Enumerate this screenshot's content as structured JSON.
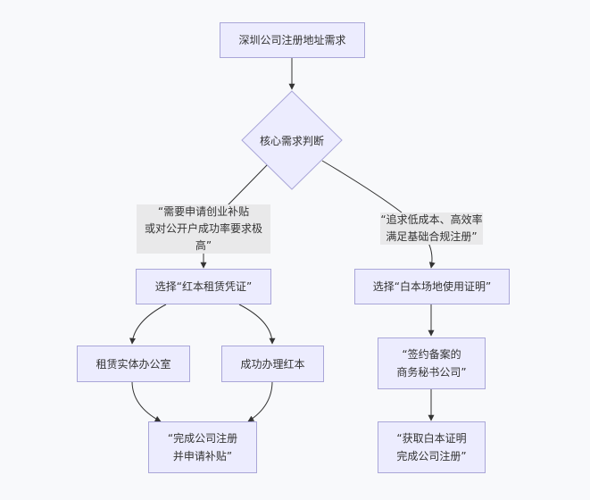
{
  "diagram": {
    "type": "flowchart",
    "colors": {
      "background": "#f8f9fb",
      "node_fill": "#ececfe",
      "node_stroke": "#a9a6d8",
      "edge": "#333333",
      "edge_label_bg": "#e9e9ea",
      "text": "#333333"
    },
    "nodes": {
      "start": "深圳公司注册地址需求",
      "decision": "核心需求判断",
      "red_choice": "选择“红本租赁凭证”",
      "white_choice": "选择“白本场地使用证明”",
      "rent_office": "租赁实体办公室",
      "red_success": "成功办理红本",
      "red_done": "“完成公司注册\n并申请补贴”",
      "sign_secretary": "“签约备案的\n商务秘书公司”",
      "white_done": "“获取白本证明\n完成公司注册”"
    },
    "edge_labels": {
      "to_red": "“需要申请创业补贴\n或对公开户成功率要求极\n高”",
      "to_white": "“追求低成本、高效率\n满足基础合规注册”"
    },
    "edges": [
      {
        "from": "start",
        "to": "decision"
      },
      {
        "from": "decision",
        "to": "red_choice",
        "label": "to_red"
      },
      {
        "from": "decision",
        "to": "white_choice",
        "label": "to_white"
      },
      {
        "from": "red_choice",
        "to": "rent_office"
      },
      {
        "from": "red_choice",
        "to": "red_success"
      },
      {
        "from": "rent_office",
        "to": "red_done"
      },
      {
        "from": "red_success",
        "to": "red_done"
      },
      {
        "from": "white_choice",
        "to": "sign_secretary"
      },
      {
        "from": "sign_secretary",
        "to": "white_done"
      }
    ]
  }
}
